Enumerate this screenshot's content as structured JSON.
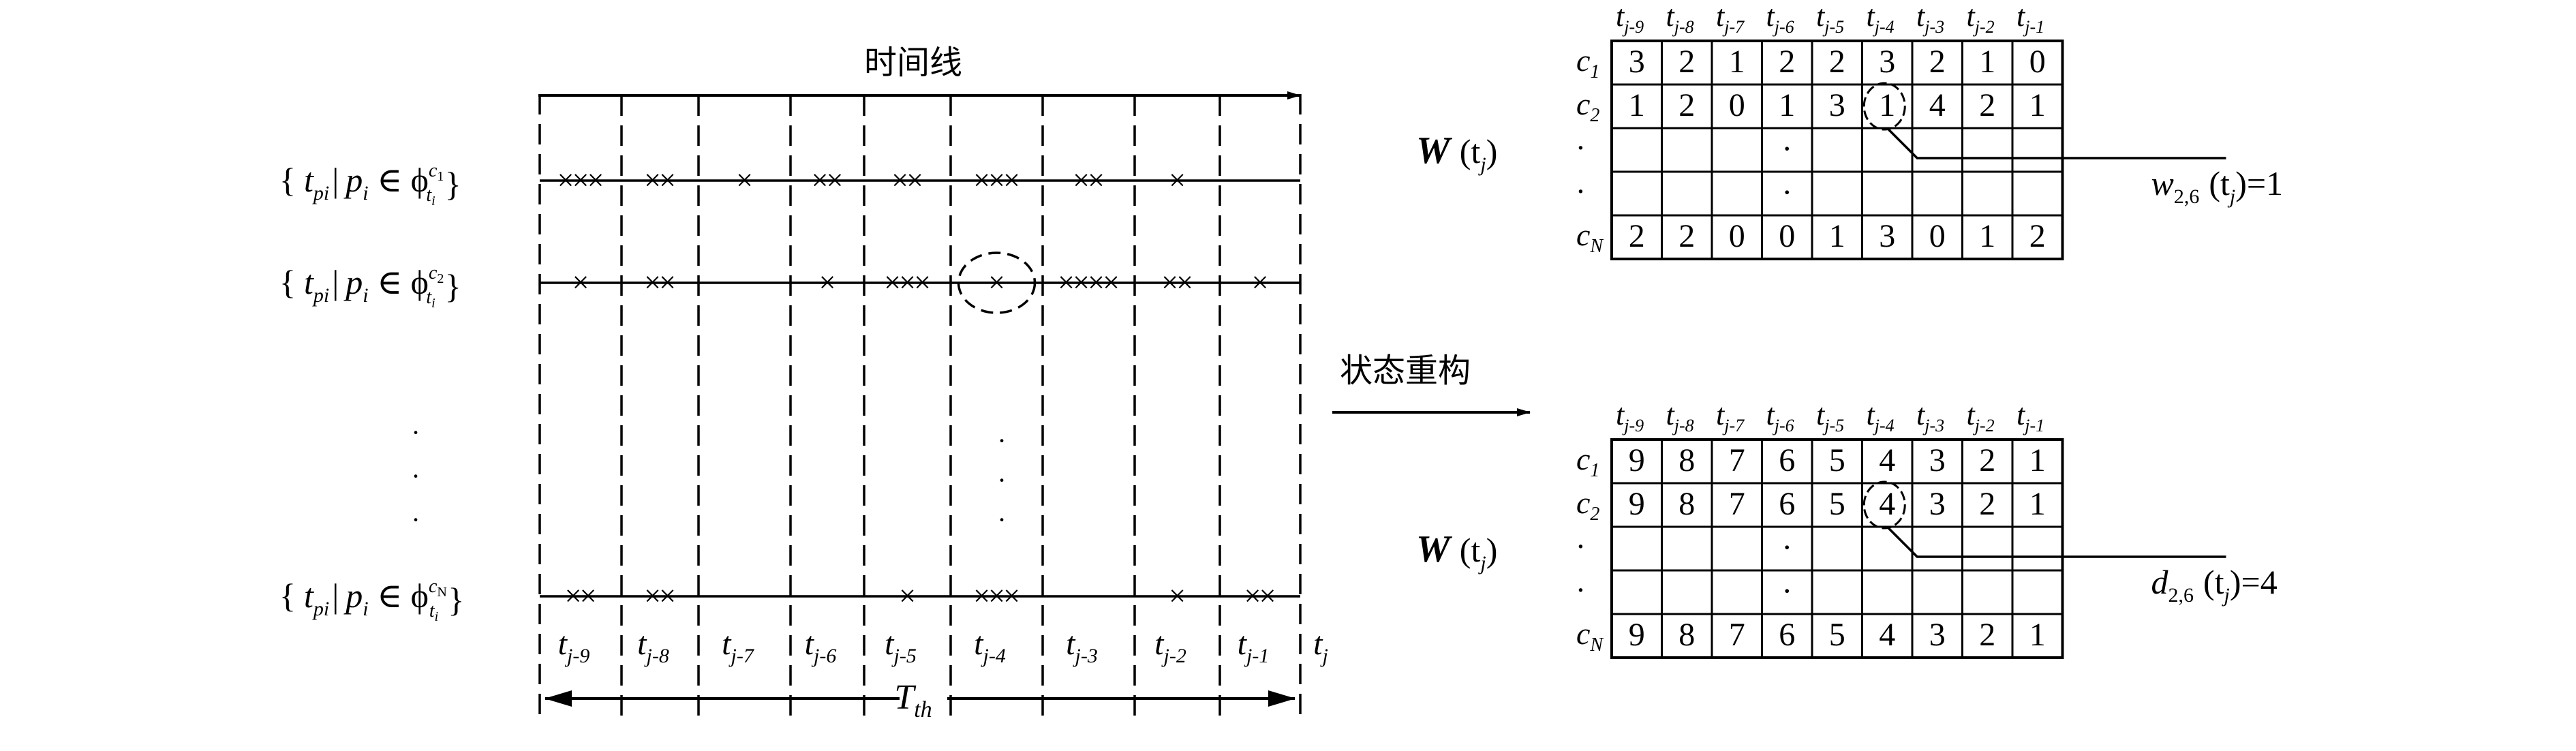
{
  "timeline": {
    "title": "时间线",
    "row_labels": [
      {
        "base": "{",
        "t": "t",
        "pi": "pi",
        "bar": "|",
        "p": "p",
        "i": "i",
        "in": " ∈ ϕ",
        "cls": "c",
        "cls_sub": "1",
        "ti": "t",
        "ti_sub": "i",
        "close": "}"
      },
      {
        "base": "{",
        "t": "t",
        "pi": "pi",
        "bar": "|",
        "p": "p",
        "i": "i",
        "in": " ∈ ϕ",
        "cls": "c",
        "cls_sub": "2",
        "ti": "t",
        "ti_sub": "i",
        "close": "}"
      },
      {
        "base": "{",
        "t": "t",
        "pi": "pi",
        "bar": "|",
        "p": "p",
        "i": "i",
        "in": " ∈ ϕ",
        "cls": "c",
        "cls_sub": "N",
        "ti": "t",
        "ti_sub": "i",
        "close": "}"
      }
    ],
    "ellipsis": "·",
    "slot_labels": [
      {
        "t": "t",
        "sub": "j-9"
      },
      {
        "t": "t",
        "sub": "j-8"
      },
      {
        "t": "t",
        "sub": "j-7"
      },
      {
        "t": "t",
        "sub": "j-6"
      },
      {
        "t": "t",
        "sub": "j-5"
      },
      {
        "t": "t",
        "sub": "j-4"
      },
      {
        "t": "t",
        "sub": "j-3"
      },
      {
        "t": "t",
        "sub": "j-2"
      },
      {
        "t": "t",
        "sub": "j-1"
      }
    ],
    "end_label": {
      "t": "t",
      "sub": "j"
    },
    "window_label": {
      "t": "T",
      "sub": "th"
    },
    "events_per_slot": [
      [
        3,
        2,
        1,
        2,
        2,
        3,
        2,
        1,
        0
      ],
      [
        1,
        2,
        0,
        1,
        3,
        1,
        4,
        2,
        1
      ],
      [
        2,
        2,
        0,
        0,
        1,
        3,
        0,
        1,
        2
      ]
    ],
    "highlight": {
      "row": 1,
      "slot": 5
    },
    "marker": "×"
  },
  "transform_label": "状态重构",
  "matrix_w": {
    "label_bold": "W",
    "label_arg": "(t",
    "label_arg_sub": "j",
    "label_close": ")",
    "col_headers": [
      "j-9",
      "j-8",
      "j-7",
      "j-6",
      "j-5",
      "j-4",
      "j-3",
      "j-2",
      "j-1"
    ],
    "row_labels": [
      {
        "c": "c",
        "sub": "1"
      },
      {
        "c": "c",
        "sub": "2"
      },
      {
        "c": "·",
        "sub": ""
      },
      {
        "c": "·",
        "sub": ""
      },
      {
        "c": "c",
        "sub": "N"
      }
    ],
    "rows": [
      [
        "3",
        "2",
        "1",
        "2",
        "2",
        "3",
        "2",
        "1",
        "0"
      ],
      [
        "1",
        "2",
        "0",
        "1",
        "3",
        "1",
        "4",
        "2",
        "1"
      ],
      [
        "",
        "",
        "",
        "·",
        "",
        "",
        "",
        "",
        ""
      ],
      [
        "",
        "",
        "",
        "·",
        "",
        "",
        "",
        "",
        ""
      ],
      [
        "2",
        "2",
        "0",
        "0",
        "1",
        "3",
        "0",
        "1",
        "2"
      ]
    ],
    "highlight": {
      "row": 1,
      "col": 5
    },
    "annotation": {
      "sym": "w",
      "sub": "2,6",
      "arg": "(t",
      "arg_sub": "j",
      "tail": ")=1"
    }
  },
  "matrix_d": {
    "label_bold": "W",
    "label_arg": "(t",
    "label_arg_sub": "j",
    "label_close": ")",
    "col_headers": [
      "j-9",
      "j-8",
      "j-7",
      "j-6",
      "j-5",
      "j-4",
      "j-3",
      "j-2",
      "j-1"
    ],
    "row_labels": [
      {
        "c": "c",
        "sub": "1"
      },
      {
        "c": "c",
        "sub": "2"
      },
      {
        "c": "·",
        "sub": ""
      },
      {
        "c": "·",
        "sub": ""
      },
      {
        "c": "c",
        "sub": "N"
      }
    ],
    "rows": [
      [
        "9",
        "8",
        "7",
        "6",
        "5",
        "4",
        "3",
        "2",
        "1"
      ],
      [
        "9",
        "8",
        "7",
        "6",
        "5",
        "4",
        "3",
        "2",
        "1"
      ],
      [
        "",
        "",
        "",
        "·",
        "",
        "",
        "",
        "",
        ""
      ],
      [
        "",
        "",
        "",
        "·",
        "",
        "",
        "",
        "",
        ""
      ],
      [
        "9",
        "8",
        "7",
        "6",
        "5",
        "4",
        "3",
        "2",
        "1"
      ]
    ],
    "highlight": {
      "row": 1,
      "col": 5
    },
    "annotation": {
      "sym": "d",
      "sub": "2,6",
      "arg": "(t",
      "arg_sub": "j",
      "tail": ")=4"
    }
  }
}
